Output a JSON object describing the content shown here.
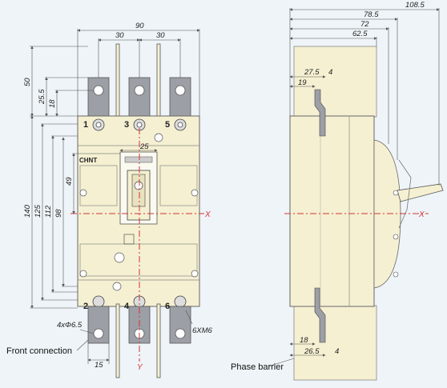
{
  "front_view": {
    "dims": {
      "width": "90",
      "pole_spacing_left": "30",
      "pole_spacing_right": "30",
      "top_50": "50",
      "top_25_5": "25.5",
      "top_18": "18",
      "handle_25": "25",
      "h140": "140",
      "h125": "125",
      "h112": "112",
      "h98": "98",
      "h49": "49",
      "bottom_15": "15",
      "holes": "4xΦ6.5",
      "screws": "6XM6"
    },
    "terminals_top": [
      "1",
      "3",
      "5"
    ],
    "terminals_bottom": [
      "2",
      "4",
      "6"
    ],
    "brand": "CHNT",
    "axis_x": "X",
    "axis_y": "Y",
    "label_front_connection": "Front connection"
  },
  "side_view": {
    "dims": {
      "d108_5": "108.5",
      "d78_5": "78.5",
      "d72": "72",
      "d62_5": "62.5",
      "top_27_5": "27.5",
      "top_4": "4",
      "top_19": "19",
      "bot_18": "18",
      "bot_26_5": "26.5",
      "bot_4": "4"
    },
    "axis_x": "X",
    "label_phase_barrier": "Phase barrier"
  },
  "colors": {
    "body": "#f5f0d2",
    "busbar": "#9c9fa6",
    "centerline": "#d33333",
    "dimension_line": "#555555"
  }
}
